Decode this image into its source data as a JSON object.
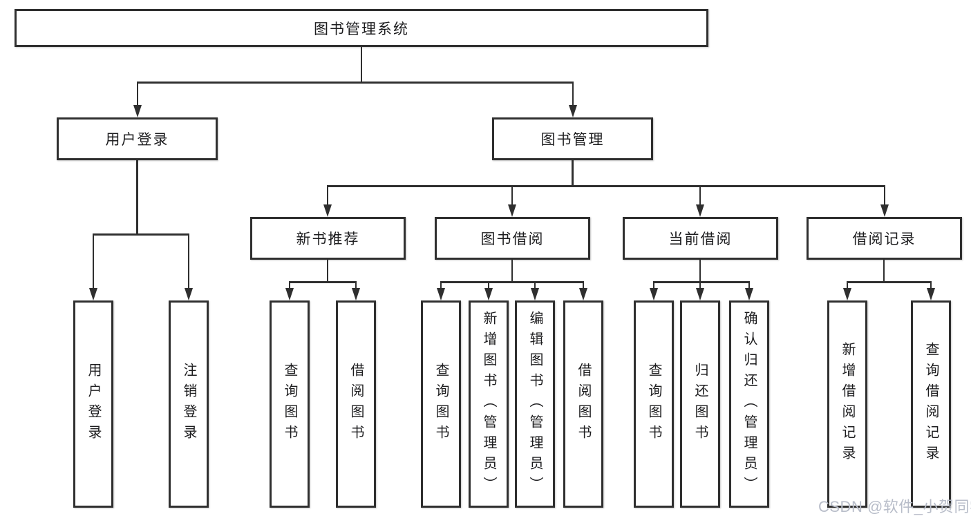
{
  "colors": {
    "line": "#2f2f2f",
    "text": "#1d1d1f",
    "watermark": "#b8bdc9",
    "background": "#ffffff"
  },
  "tree": {
    "root": "图书管理系统",
    "children": [
      {
        "label": "用户登录",
        "children": [
          "用户登录",
          "注销登录"
        ]
      },
      {
        "label": "图书管理",
        "children": [
          {
            "label": "新书推荐",
            "children": [
              "查询图书",
              "借阅图书"
            ]
          },
          {
            "label": "图书借阅",
            "children": [
              "查询图书",
              "新增图书（管理员）",
              "编辑图书（管理员）",
              "借阅图书"
            ]
          },
          {
            "label": "当前借阅",
            "children": [
              "查询图书",
              "归还图书",
              "确认归还（管理员）"
            ]
          },
          {
            "label": "借阅记录",
            "children": [
              "新增借阅记录",
              "查询借阅记录"
            ]
          }
        ]
      }
    ]
  },
  "watermark": {
    "text": "CSDN @软件_小贺同学"
  }
}
